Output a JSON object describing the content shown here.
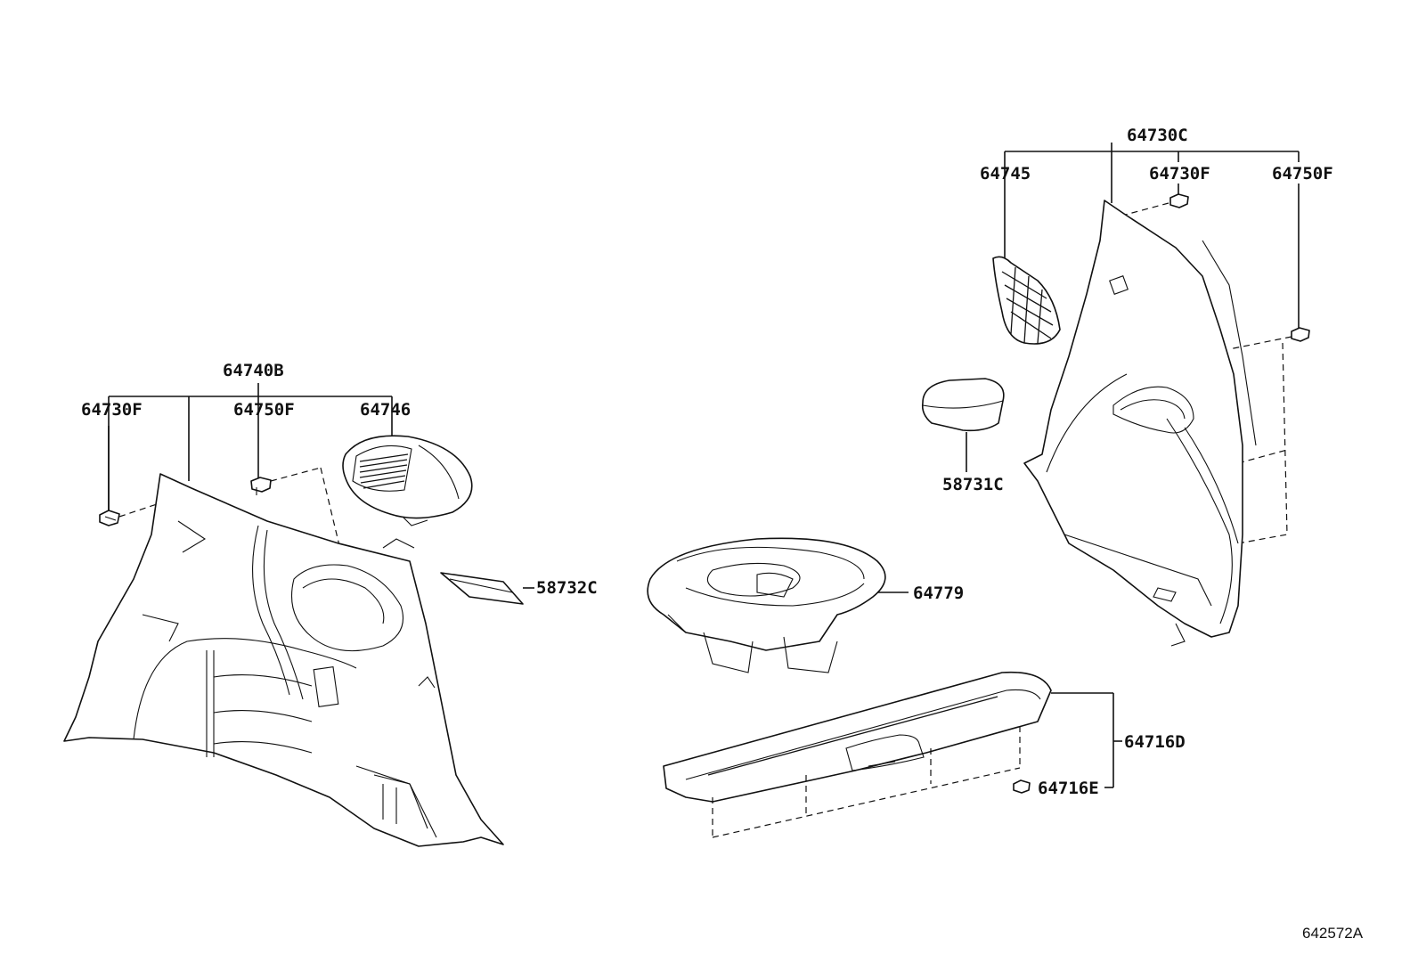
{
  "labels": {
    "p64740B": "64740B",
    "p64730F_left": "64730F",
    "p64750F_left": "64750F",
    "p64746": "64746",
    "p58732C": "58732C",
    "p64779": "64779",
    "p64730C": "64730C",
    "p64745": "64745",
    "p64730F_right": "64730F",
    "p64750F_right": "64750F",
    "p58731C": "58731C",
    "p64716D": "64716D",
    "p64716E": "64716E"
  },
  "diagram_code": "642572A"
}
